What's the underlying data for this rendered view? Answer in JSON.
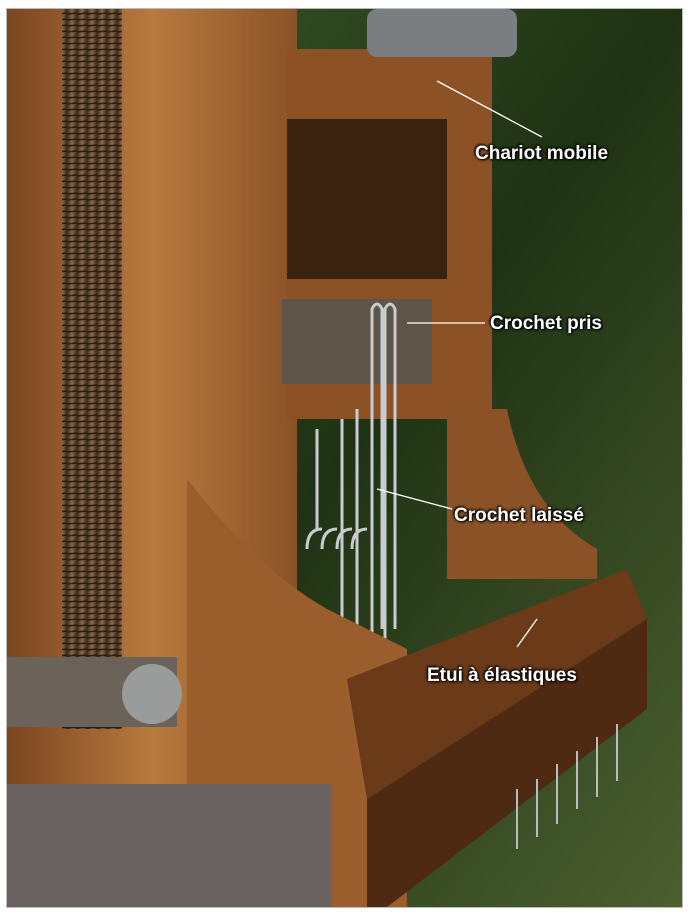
{
  "labels": {
    "chariot": "Chariot mobile",
    "crochet_pris": "Crochet pris",
    "crochet_laisse": "Crochet laissé",
    "etui": "Etui à élastiques"
  },
  "colors": {
    "wood": "#a0622c",
    "wood_dark": "#5a3417",
    "foliage": "#2f4a22",
    "metal": "#9aa0a0"
  }
}
